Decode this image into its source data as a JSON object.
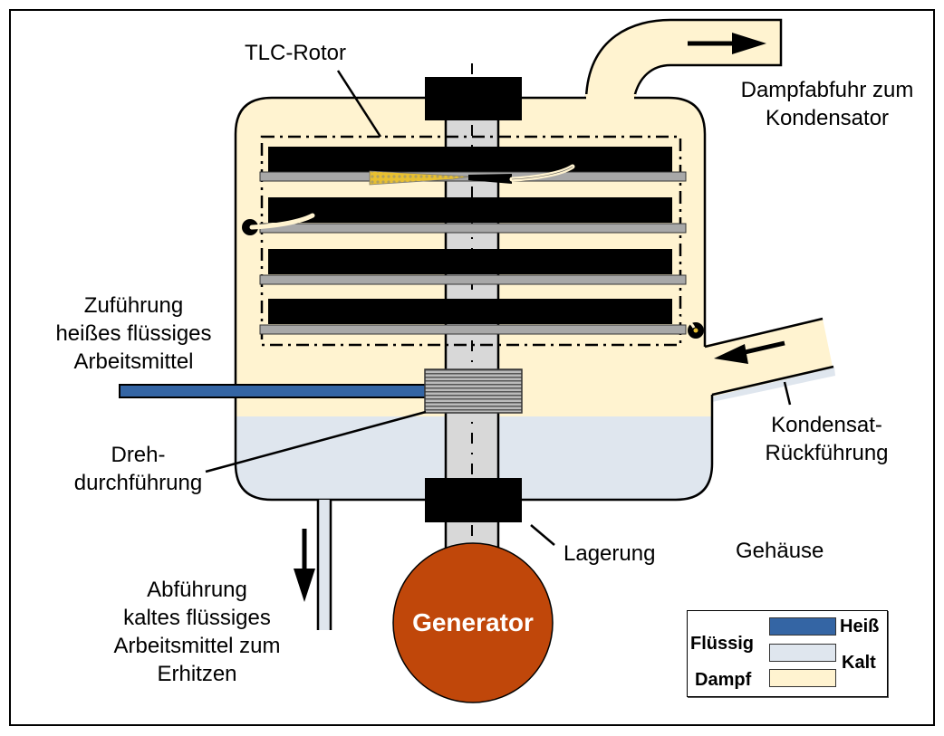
{
  "title": "TLC-Rotor Anlage (Schema)",
  "colors": {
    "vapor": "#fff3d0",
    "liquid_cold": "#dfe6ee",
    "liquid_hot": "#3465a4",
    "generator": "#c0470a",
    "rotor_disc": "#000000",
    "rotor_plate": "#a8a8a8",
    "shaft": "#d8d8d8",
    "nozzle": "#e8c030"
  },
  "labels": {
    "tlc_rotor": "TLC-Rotor",
    "steam_outlet_line1": "Dampfabfuhr zum",
    "steam_outlet_line2": "Kondensator",
    "hot_feed_line1": "Zuführung",
    "hot_feed_line2": "heißes flüssiges",
    "hot_feed_line3": "Arbeitsmittel",
    "rotary_union_line1": "Dreh-",
    "rotary_union_line2": "durchführung",
    "condensate_line1": "Kondensat-",
    "condensate_line2": "Rückführung",
    "bearing": "Lagerung",
    "housing": "Gehäuse",
    "cold_outlet_line1": "Abführung",
    "cold_outlet_line2": "kaltes flüssiges",
    "cold_outlet_line3": "Arbeitsmittel zum",
    "cold_outlet_line4": "Erhitzen",
    "generator": "Generator"
  },
  "legend": {
    "liquid": "Flüssig",
    "vapor": "Dampf",
    "hot": "Heiß",
    "cold": "Kalt"
  }
}
